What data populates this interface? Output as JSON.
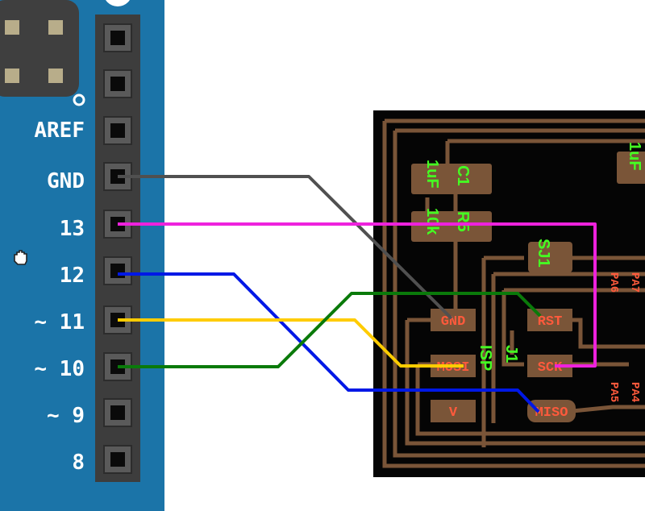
{
  "arduino": {
    "pin_labels": [
      "AREF",
      "GND",
      "13",
      "12",
      "~ 11",
      "~ 10",
      "~ 9",
      "8"
    ]
  },
  "pcb": {
    "pads": [
      "GND",
      "RST",
      "MOSI",
      "SCK",
      "V",
      "MISO"
    ],
    "components": [
      "C1",
      "1uF",
      "R5",
      "10k",
      "SJ1",
      "ISP",
      "J1"
    ],
    "net_labels": [
      "PA6",
      "PA7",
      "PA5",
      "PA4"
    ],
    "partial_label": "1uF"
  },
  "wires": [
    {
      "from": "GND",
      "to": "GND",
      "color": "#505050"
    },
    {
      "from": "13",
      "to": "SCK",
      "color": "#ee22dd"
    },
    {
      "from": "12",
      "to": "MISO",
      "color": "#0018e6"
    },
    {
      "from": "~ 11",
      "to": "MOSI",
      "color": "#ffcc00"
    },
    {
      "from": "~ 10",
      "to": "RST",
      "color": "#0a7a0a"
    }
  ],
  "colors": {
    "board_blue": "#1b74a8",
    "header_gray": "#4a4a4a",
    "pcb_black": "#050505",
    "trace_brown": "#7a5538",
    "pad_brown": "#7a5538"
  }
}
